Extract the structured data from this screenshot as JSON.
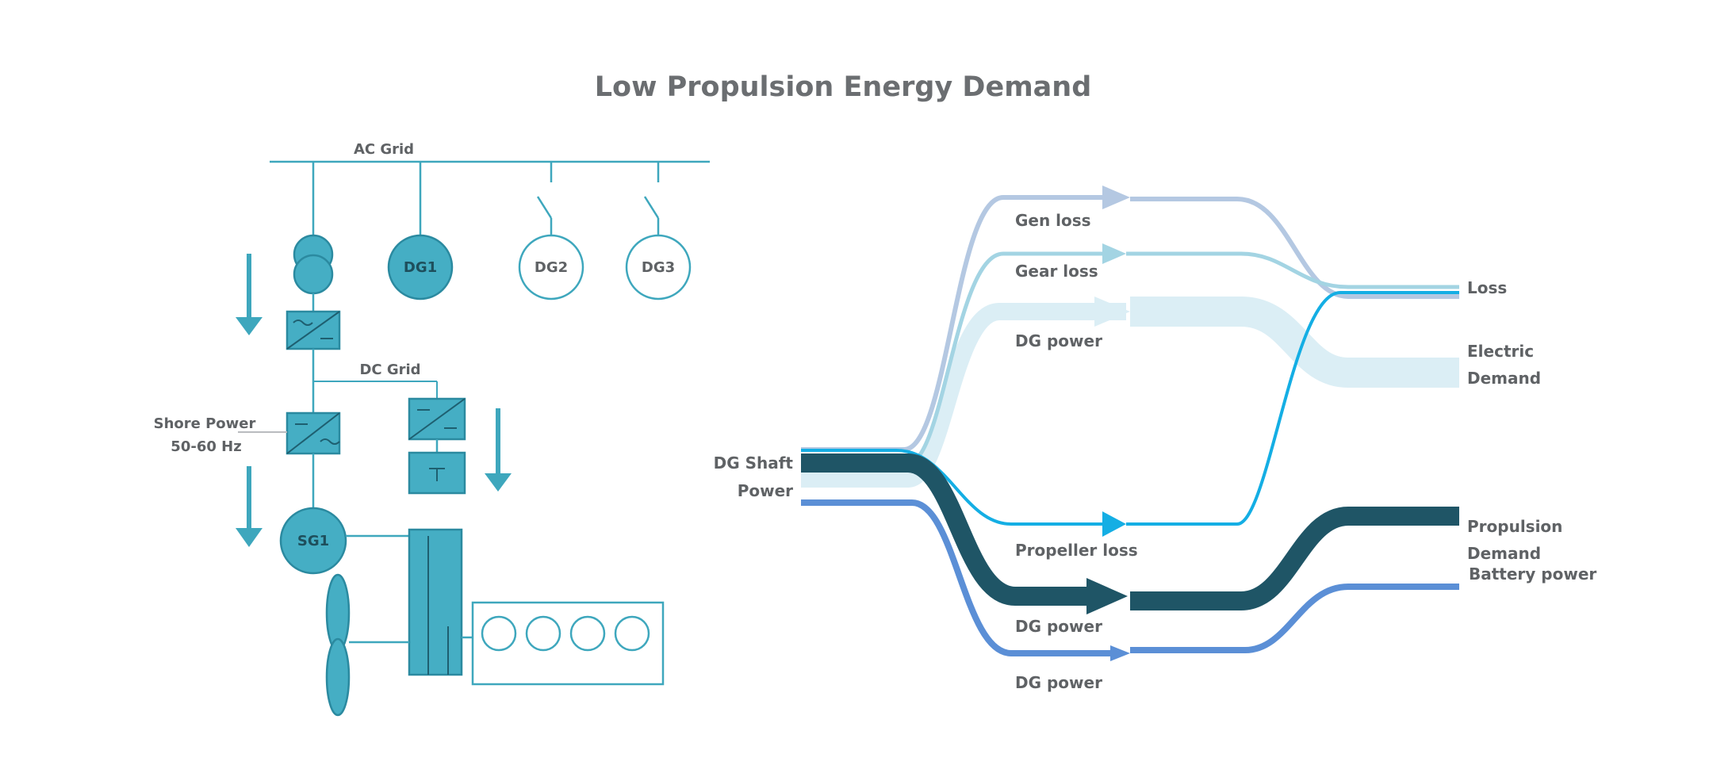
{
  "title": "Low Propulsion Energy Demand",
  "schematic": {
    "ac_grid": "AC Grid",
    "dc_grid": "DC Grid",
    "dg1": "DG1",
    "dg2": "DG2",
    "dg3": "DG3",
    "sg1": "SG1",
    "shore_power_line1": "Shore Power",
    "shore_power_line2": "50-60 Hz",
    "colors": {
      "component": "#45aec4",
      "line": "#3ea7bd",
      "arrow": "#3ea7bd"
    }
  },
  "flow": {
    "source_line1": "DG Shaft",
    "source_line2": "Power",
    "gen_loss": "Gen loss",
    "gear_loss": "Gear loss",
    "dg_power_upper": "DG power",
    "propeller_loss": "Propeller loss",
    "dg_power_lower": "DG power",
    "dg_power_bottom": "DG power",
    "loss": "Loss",
    "electric_demand_line1": "Electric",
    "electric_demand_line2": "Demand",
    "propulsion_demand_line1": "Propulsion",
    "propulsion_demand_line2": "Demand",
    "battery_power": "Battery power",
    "colors": {
      "gen_loss": "#b4c8e2",
      "gear_loss": "#a3d4e3",
      "dg_power_electric": "#dbeef5",
      "propeller_loss": "#14aee4",
      "dg_power_propulsion": "#1f5566",
      "battery_power": "#5b8fd6"
    }
  }
}
